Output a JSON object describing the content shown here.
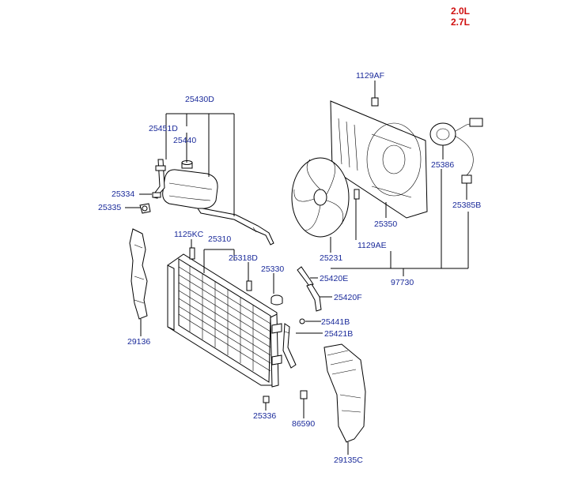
{
  "engines": [
    "2.0L",
    "2.7L"
  ],
  "labels": {
    "p1129AF": "1129AF",
    "p25430D": "25430D",
    "p25451D": "25451D",
    "p25440": "25440",
    "p25334": "25334",
    "p25335": "25335",
    "p1125KC": "1125KC",
    "p25310": "25310",
    "p25318D": "25318D",
    "p25330": "25330",
    "p25420E": "25420E",
    "p25420F": "25420F",
    "p25441B": "25441B",
    "p25421B": "25421B",
    "p29136": "29136",
    "p25336": "25336",
    "p86590": "86590",
    "p29135C": "29135C",
    "p25386": "25386",
    "p25385B": "25385B",
    "p25350": "25350",
    "p1129AE": "1129AE",
    "p25231": "25231",
    "p97730": "97730"
  }
}
